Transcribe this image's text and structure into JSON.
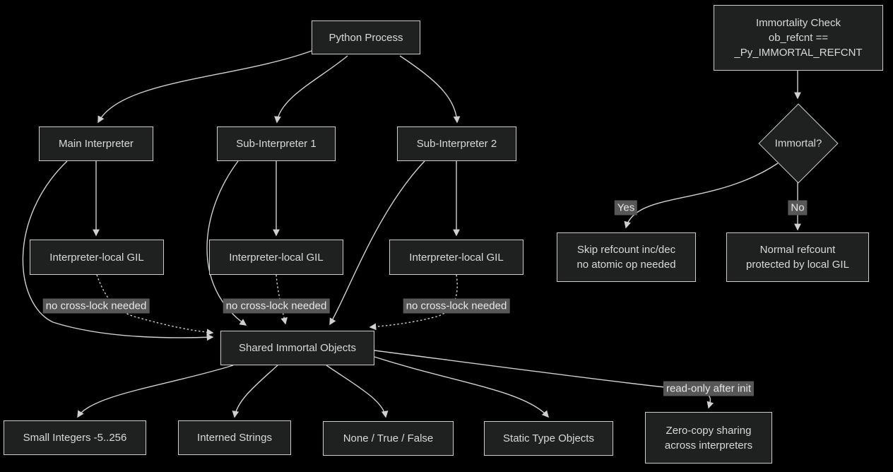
{
  "nodes": {
    "python_process": {
      "label": "Python Process"
    },
    "immortality_check": {
      "line1": "Immortality Check",
      "line2": "ob_refcnt ==",
      "line3": "_Py_IMMORTAL_REFCNT"
    },
    "main_interpreter": {
      "label": "Main Interpreter"
    },
    "sub_interpreter_1": {
      "label": "Sub-Interpreter 1"
    },
    "sub_interpreter_2": {
      "label": "Sub-Interpreter 2"
    },
    "immortal_decision": {
      "label": "Immortal?"
    },
    "skip_refcount": {
      "line1": "Skip refcount inc/dec",
      "line2": "no atomic op needed"
    },
    "normal_refcount": {
      "line1": "Normal refcount",
      "line2": "protected by local GIL"
    },
    "gil_main": {
      "label": "Interpreter-local GIL"
    },
    "gil_sub1": {
      "label": "Interpreter-local GIL"
    },
    "gil_sub2": {
      "label": "Interpreter-local GIL"
    },
    "shared_immortal_objects": {
      "label": "Shared Immortal Objects"
    },
    "small_integers": {
      "label": "Small Integers -5..256"
    },
    "interned_strings": {
      "label": "Interned Strings"
    },
    "none_true_false": {
      "label": "None / True / False"
    },
    "static_type_objects": {
      "label": "Static Type Objects"
    },
    "zero_copy": {
      "line1": "Zero-copy sharing",
      "line2": "across interpreters"
    }
  },
  "edge_labels": {
    "yes": "Yes",
    "no": "No",
    "no_cross_lock_main": "no cross-lock needed",
    "no_cross_lock_sub1": "no cross-lock needed",
    "no_cross_lock_sub2": "no cross-lock needed",
    "read_only_after_init": "read-only after init"
  },
  "edges": [
    {
      "from": "python_process",
      "to": "main_interpreter",
      "style": "solid"
    },
    {
      "from": "python_process",
      "to": "sub_interpreter_1",
      "style": "solid"
    },
    {
      "from": "python_process",
      "to": "sub_interpreter_2",
      "style": "solid"
    },
    {
      "from": "main_interpreter",
      "to": "gil_main",
      "style": "solid"
    },
    {
      "from": "sub_interpreter_1",
      "to": "gil_sub1",
      "style": "solid"
    },
    {
      "from": "sub_interpreter_2",
      "to": "gil_sub2",
      "style": "solid"
    },
    {
      "from": "main_interpreter",
      "to": "shared_immortal_objects",
      "style": "solid"
    },
    {
      "from": "sub_interpreter_1",
      "to": "shared_immortal_objects",
      "style": "solid"
    },
    {
      "from": "sub_interpreter_2",
      "to": "shared_immortal_objects",
      "style": "solid"
    },
    {
      "from": "gil_main",
      "to": "shared_immortal_objects",
      "style": "dotted",
      "label": "no cross-lock needed"
    },
    {
      "from": "gil_sub1",
      "to": "shared_immortal_objects",
      "style": "dotted",
      "label": "no cross-lock needed"
    },
    {
      "from": "gil_sub2",
      "to": "shared_immortal_objects",
      "style": "dotted",
      "label": "no cross-lock needed"
    },
    {
      "from": "shared_immortal_objects",
      "to": "small_integers",
      "style": "solid"
    },
    {
      "from": "shared_immortal_objects",
      "to": "interned_strings",
      "style": "solid"
    },
    {
      "from": "shared_immortal_objects",
      "to": "none_true_false",
      "style": "solid"
    },
    {
      "from": "shared_immortal_objects",
      "to": "static_type_objects",
      "style": "solid"
    },
    {
      "from": "shared_immortal_objects",
      "to": "zero_copy",
      "style": "solid",
      "label": "read-only after init"
    },
    {
      "from": "immortality_check",
      "to": "immortal_decision",
      "style": "solid"
    },
    {
      "from": "immortal_decision",
      "to": "skip_refcount",
      "style": "solid",
      "label": "Yes"
    },
    {
      "from": "immortal_decision",
      "to": "normal_refcount",
      "style": "solid",
      "label": "No"
    }
  ],
  "colors": {
    "background": "#000000",
    "node_fill": "#1f2020",
    "node_border": "#cccccc",
    "node_text": "#d9d9d9",
    "edge_line": "#d0d0d0",
    "edge_label_bg": "#575757",
    "edge_label_text": "#e8e8e8"
  }
}
